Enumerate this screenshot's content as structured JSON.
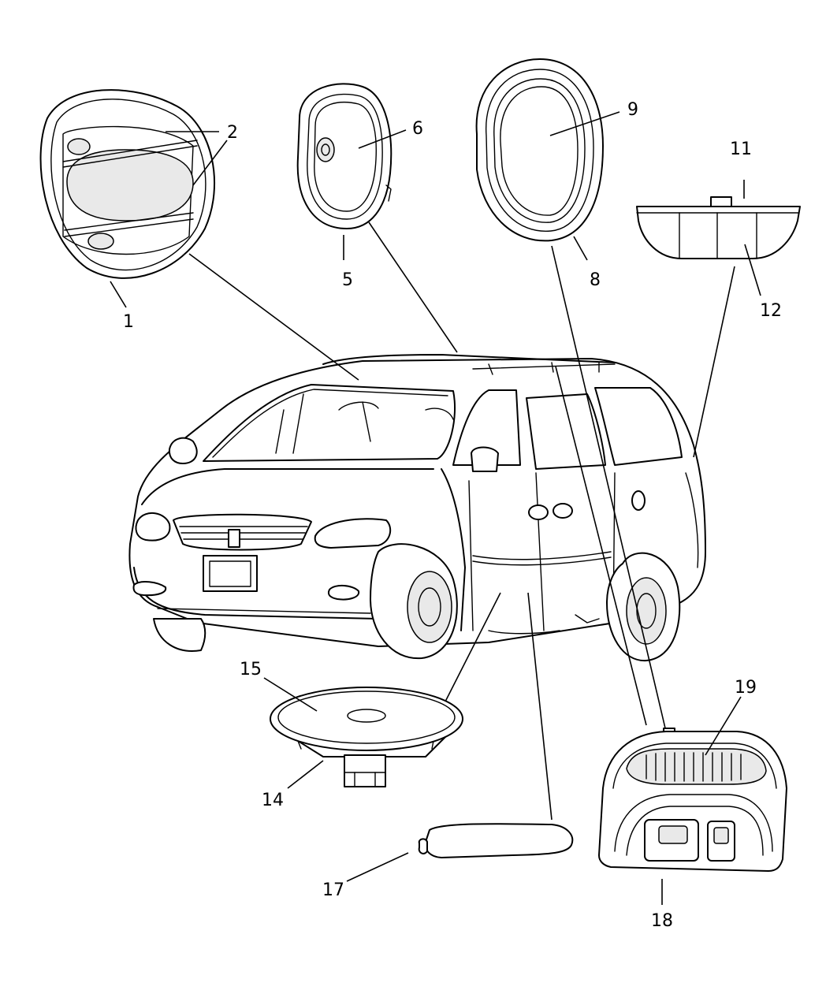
{
  "callouts": {
    "c1": "1",
    "c2": "2",
    "c5": "5",
    "c6": "6",
    "c8": "8",
    "c9": "9",
    "c11": "11",
    "c12": "12",
    "c14": "14",
    "c15": "15",
    "c17": "17",
    "c18": "18",
    "c19": "19"
  },
  "parts": [
    "dome-lamp-assembly-1",
    "lens-2",
    "lamp-housing-5",
    "lens-6",
    "bezel-8",
    "lens-9",
    "lamp-11",
    "lens-12",
    "courtesy-lamp-14",
    "lens-15",
    "step-lamp-17",
    "overhead-console-lamp-18",
    "lens-19"
  ]
}
